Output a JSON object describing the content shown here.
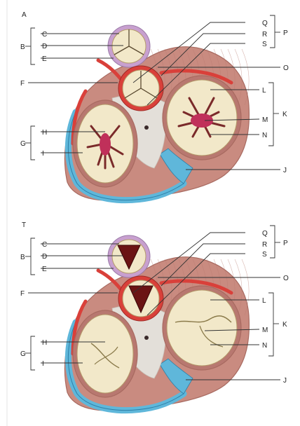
{
  "panels": [
    {
      "id": "A",
      "panel_label": "A",
      "labels": {
        "B": "B",
        "C": "C",
        "D": "D",
        "E": "E",
        "F": "F",
        "G": "G",
        "H": "H",
        "I": "I",
        "J": "J",
        "K": "K",
        "L": "L",
        "M": "M",
        "N": "N",
        "O": "O",
        "P": "P",
        "Q": "Q",
        "R": "R",
        "S": "S"
      },
      "valve_state": "closed"
    },
    {
      "id": "T",
      "panel_label": "T",
      "labels": {
        "B": "B",
        "C": "C",
        "D": "D",
        "E": "E",
        "F": "F",
        "G": "G",
        "H": "H",
        "I": "I",
        "J": "J",
        "K": "K",
        "L": "L",
        "M": "M",
        "N": "N",
        "O": "O",
        "P": "P",
        "Q": "Q",
        "R": "R",
        "S": "S"
      },
      "valve_state": "open"
    }
  ],
  "colors": {
    "muscle": "#c98b80",
    "muscle_dark": "#a86a60",
    "artery": "#d9403a",
    "vein": "#5fb7da",
    "leaflet": "#f2e8c9",
    "leaflet_edge": "#b49a6a",
    "papillary": "#7a2a2a",
    "orifice": "#6b1414",
    "lumen": "#e3dfd9",
    "aorta_ring": "#c8a0cf"
  }
}
